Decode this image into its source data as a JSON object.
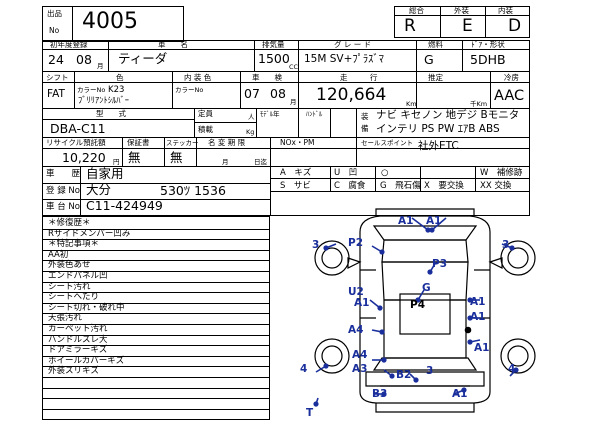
{
  "lot": {
    "label_top": "出品",
    "label_bottom": "No",
    "number": "4005"
  },
  "grades": {
    "headers": [
      "総合",
      "外装",
      "内装"
    ],
    "values": [
      "R",
      "E",
      "D"
    ]
  },
  "row1": {
    "first_reg_label": "初年度登録",
    "car_name_label": "車　　名",
    "displacement_label": "排気量",
    "grade_label": "グ レ ー ド",
    "fuel_label": "燃料",
    "door_label": "ﾄﾞｱ・形状",
    "year": "24",
    "month": "08",
    "month_unit": "月",
    "car_name": "ティーダ",
    "displacement": "1500",
    "cc_unit": "CC",
    "grade": "15M SV+ﾌﾟﾗｽﾞﾏ",
    "fuel": "G",
    "door_shape": "5DHB"
  },
  "row2": {
    "shift_label": "シフト",
    "color_label": "色",
    "interior_label": "内 装 色",
    "inspection_label": "車　　検",
    "mileage_label": "走　　　行",
    "estimate_label": "推定",
    "ac_label": "冷房",
    "shift": "FAT",
    "color_no_label": "カラーNo",
    "color_no": "K23",
    "color_name": "ﾌﾞﾘﾘｱﾝﾄｼﾙﾊﾞｰ",
    "interior_color_no_label": "カラーNo",
    "inspection_year": "07",
    "inspection_month": "08",
    "month_unit": "月",
    "mileage": "120,664",
    "km_unit": "Km",
    "thousand_km_unit": "千Km",
    "ac": "AAC"
  },
  "row3": {
    "type_label": "型　　式",
    "capacity_label": "定員",
    "person_unit": "人",
    "model_year_label": "ﾓﾃﾞﾙ年",
    "handle_label": "ﾊﾝﾄﾞﾙ",
    "handle_value": "",
    "loading_label": "積載",
    "kg_unit": "Kg",
    "type": "DBA-C11"
  },
  "equipment": {
    "label_top": "装",
    "label_bottom": "備",
    "line1": "ナビ キセノン 地デジ Bモニタ",
    "line2": "インテリ PS PW ｴｱB ABS"
  },
  "row4": {
    "recycle_label": "リサイクル預託額",
    "warranty_label": "保証書",
    "sticker_label": "ステッカー",
    "meigi_label": "名 変 期 限",
    "nox_label": "NOx・PM",
    "sales_point_label": "セールスポイント",
    "recycle_value": "10,220",
    "yen_unit": "円",
    "warranty": "無",
    "sticker": "無",
    "month_unit": "月",
    "day_unit": "日迄",
    "sales_point": "社外ETC"
  },
  "history": {
    "history_label": "車　　歴",
    "history_value": "自家用",
    "reg_label": "登 録 No",
    "reg_city": "大分",
    "reg_number": "530ﾂ 1536",
    "chassis_label": "車 台 No",
    "chassis_number": "C11-424949"
  },
  "legend": {
    "items": [
      "A　キズ",
      "U　凹",
      "W　補修跡",
      "S　サビ",
      "C　腐食",
      "G　飛石傷",
      "X　要交換",
      "XX 交換"
    ],
    "bullet": "○",
    "xx_mark": "XX"
  },
  "remarks": {
    "lines": [
      "＊修復歴＊",
      "Rサイドメンバー凹み",
      "＊特記事項＊",
      "AA初",
      "外装色あせ",
      "エンドパネル凹",
      "シート汚れ",
      "シートへたり",
      "シート切れ・破れ中",
      "天張汚れ",
      "カーペット汚れ",
      "ハンドルスレ大",
      "ドアミラーキズ",
      "ホイールカバーキズ",
      "外装スリキズ",
      "",
      "",
      ""
    ]
  },
  "diagram": {
    "marks": [
      "A1",
      "A1",
      "3",
      "P2",
      "3",
      "P3",
      "G",
      "U2",
      "A1",
      "P4",
      "A1",
      "A1",
      "A4",
      "A4",
      "A1",
      "A3",
      "B2",
      "3",
      "4",
      "4",
      "B3",
      "A1",
      "T"
    ]
  }
}
